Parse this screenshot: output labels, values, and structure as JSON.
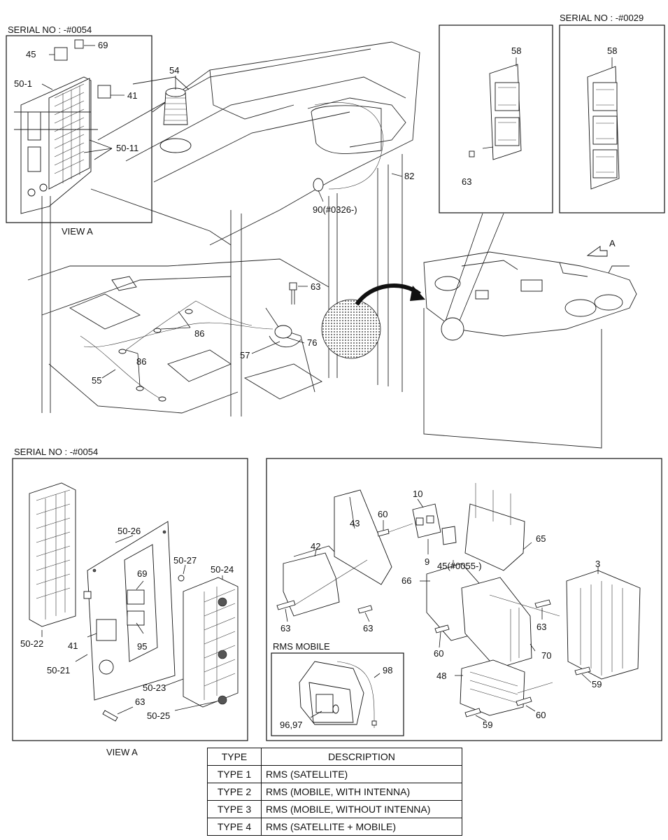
{
  "serial_labels": {
    "top_left": "SERIAL NO : -#0054",
    "top_right": "SERIAL NO : -#0029",
    "bottom_left": "SERIAL NO : -#0054"
  },
  "view_labels": {
    "top": "VIEW A",
    "bottom": "VIEW A",
    "arrow": "A"
  },
  "callouts": {
    "c45": "45",
    "c69": "69",
    "c50_1": "50-1",
    "c41": "41",
    "c50_11": "50-11",
    "c54": "54",
    "c82": "82",
    "c90": "90(#0326-)",
    "c63a": "63",
    "c86a": "86",
    "c86b": "86",
    "c76": "76",
    "c57": "57",
    "c55": "55",
    "c58a": "58",
    "c63b": "63",
    "c58b": "58",
    "c50_26": "50-26",
    "c50_27": "50-27",
    "c50_24": "50-24",
    "c69b": "69",
    "c95": "95",
    "c41b": "41",
    "c50_22": "50-22",
    "c50_21": "50-21",
    "c50_23": "50-23",
    "c63c": "63",
    "c50_25": "50-25",
    "c10": "10",
    "c60a": "60",
    "c43": "43",
    "c42": "42",
    "c9": "9",
    "c45b": "45(#0055-)",
    "c65": "65",
    "c66": "66",
    "c3": "3",
    "c63d": "63",
    "c63e": "63",
    "c63f": "63",
    "c60b": "60",
    "c70": "70",
    "c48": "48",
    "c59a": "59",
    "c59b": "59",
    "c60c": "60",
    "c98": "98",
    "c96": "96,97"
  },
  "rms_mobile_label": "RMS MOBILE",
  "type_table": {
    "headers": [
      "TYPE",
      "DESCRIPTION"
    ],
    "rows": [
      {
        "type": "TYPE 1",
        "description": "RMS (SATELLITE)"
      },
      {
        "type": "TYPE 2",
        "description": "RMS (MOBILE, WITH INTENNA)"
      },
      {
        "type": "TYPE 3",
        "description": "RMS (MOBILE, WITHOUT INTENNA)"
      },
      {
        "type": "TYPE 4",
        "description": "RMS (SATELLITE + MOBILE)"
      }
    ]
  }
}
